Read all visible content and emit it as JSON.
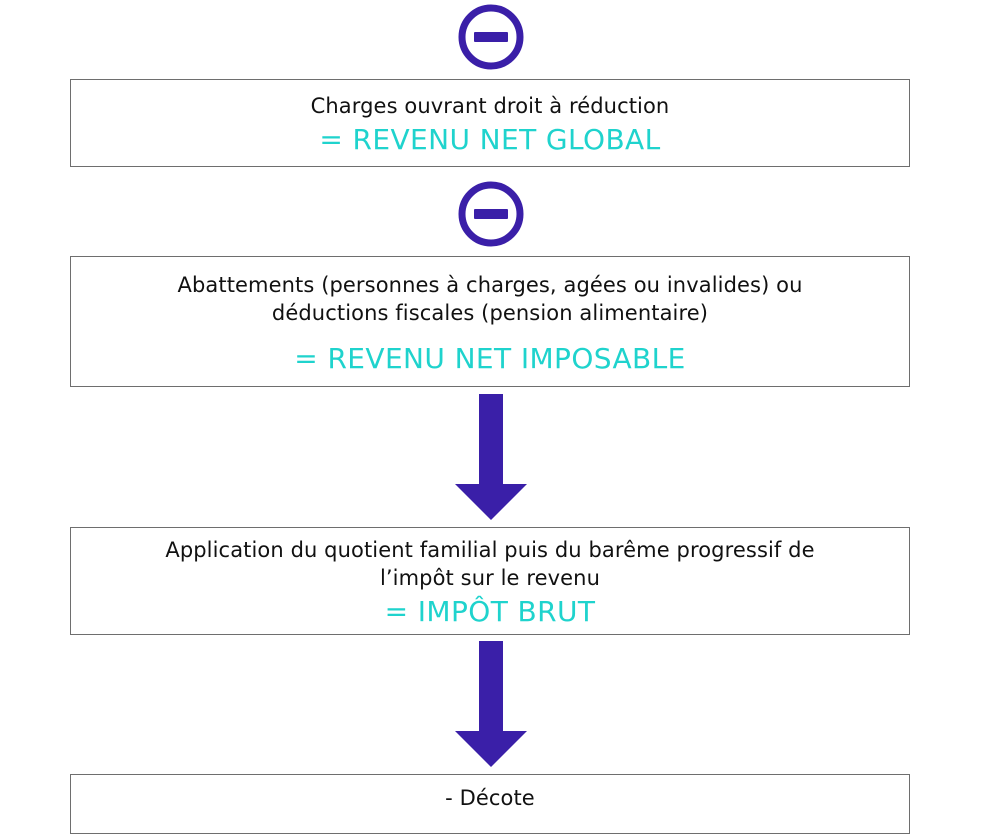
{
  "colors": {
    "accent_purple": "#3a1fa8",
    "result_teal": "#1fd3cd",
    "box_border": "#6e6e6e",
    "text": "#111111"
  },
  "steps": [
    {
      "connector_icon": "minus-circle-icon",
      "description": "Charges ouvrant droit à réduction",
      "result": "= REVENU NET GLOBAL"
    },
    {
      "connector_icon": "minus-circle-icon",
      "description_lines": [
        "Abattements (personnes à charges, agées ou invalides) ou",
        "déductions fiscales (pension alimentaire)"
      ],
      "result": "= REVENU NET IMPOSABLE"
    },
    {
      "connector_icon": "arrow-down-icon",
      "description_lines": [
        "Application du quotient familial puis du barême progressif de",
        "l’impôt sur le revenu"
      ],
      "result": "= IMPÔT BRUT"
    },
    {
      "connector_icon": "arrow-down-icon",
      "description": "- Décote"
    }
  ]
}
